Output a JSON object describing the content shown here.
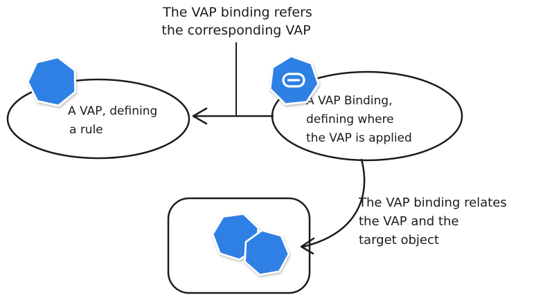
{
  "colors": {
    "shape_blue": "#2f80e4",
    "ink": "#1b1b1b",
    "hatch_line": "#b9d7f2",
    "icon_white": "#ffffff"
  },
  "annotations": {
    "refers": {
      "line1": "The VAP binding refers",
      "line2": "the corresponding VAP"
    },
    "relates": {
      "line1": "The VAP binding relates",
      "line2": "the VAP and the",
      "line3": "target object"
    }
  },
  "nodes": {
    "vap": {
      "label_line1": "A VAP, defining",
      "label_line2": "a rule"
    },
    "vap_binding": {
      "label_line1": "A VAP Binding,",
      "label_line2": "defining where",
      "label_line3": "the VAP is applied"
    }
  },
  "icons": {
    "vap_icon": "heptagon-icon",
    "binding_icon": "link-heptagon-icon",
    "target_icon_1": "heptagon-icon",
    "target_icon_2": "heptagon-icon"
  }
}
